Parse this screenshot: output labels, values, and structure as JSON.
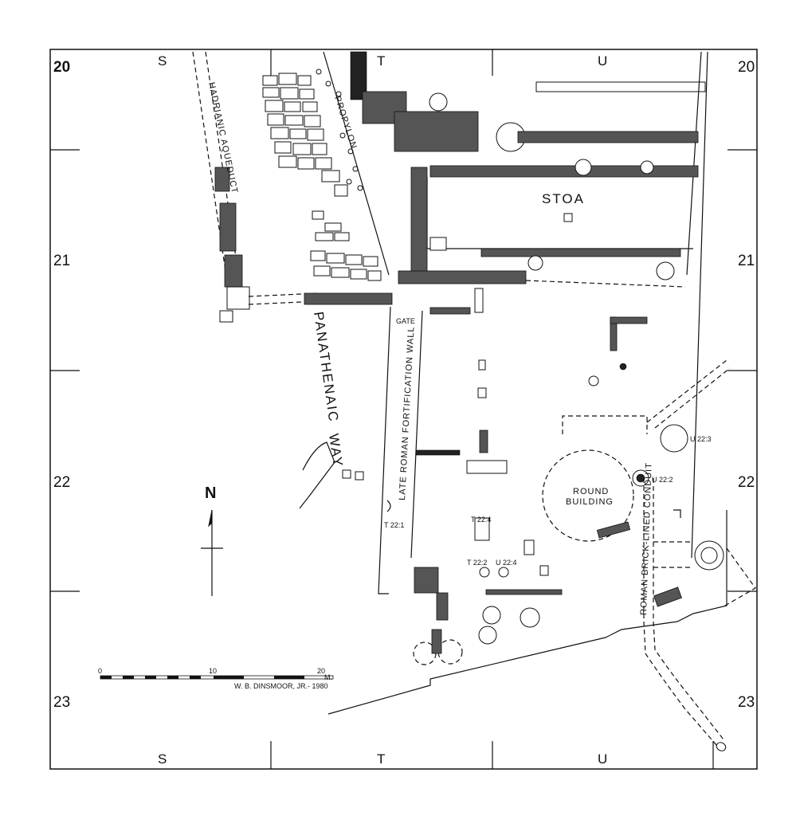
{
  "grid": {
    "row_labels_left": [
      "20",
      "21",
      "22",
      "23"
    ],
    "row_labels_right": [
      "20",
      "21",
      "22",
      "23"
    ],
    "col_labels_top": [
      "S",
      "T",
      "U"
    ],
    "col_labels_bottom": [
      "S",
      "T",
      "U"
    ]
  },
  "labels": {
    "hadrianic_aqueduct": "HADRIANIC AQUEDUCT",
    "propylon": "PROPYLON",
    "stoa": "STOA",
    "panathenaic": "PANATHENAIC",
    "way": "WAY",
    "gate": "GATE",
    "late_roman_wall": "LATE ROMAN FORTIFICATION WALL",
    "round_building_1": "ROUND",
    "round_building_2": "BUILDING",
    "roman_conduit": "ROMAN BRICK-LINED CONDUIT",
    "t22_1": "T 22:1",
    "t22_2": "T 22:2",
    "t22_4": "T 22:4",
    "u22_2": "U 22:2",
    "u22_3": "U 22:3",
    "u22_4": "U 22:4"
  },
  "north_arrow": {
    "letter": "N"
  },
  "scale_bar": {
    "tick_0": "0",
    "tick_10": "10",
    "tick_20": "20",
    "unit": "M.",
    "credit": "W. B. DINSMOOR, JR.- 1980"
  }
}
